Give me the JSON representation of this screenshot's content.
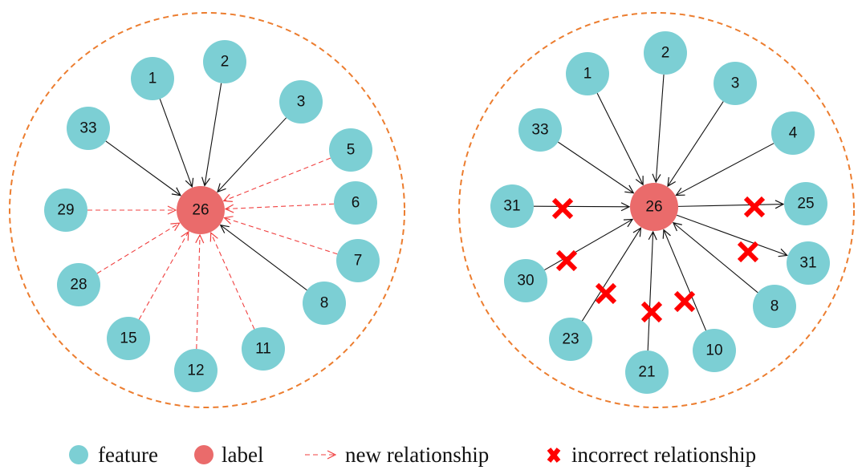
{
  "legend": {
    "feature": "feature",
    "label": "label",
    "new_relationship": "new relationship",
    "incorrect_relationship": "incorrect relationship"
  },
  "colors": {
    "feature": "#7ccfd4",
    "label": "#ea6b6b",
    "boundary": "#ec7d2f",
    "new_edge": "#f04040",
    "incorrect_mark": "#ff0000"
  },
  "graphs": [
    {
      "name": "left",
      "center": "26",
      "nodes": [
        "1",
        "2",
        "3",
        "33",
        "5",
        "29",
        "6",
        "28",
        "7",
        "8",
        "15",
        "11",
        "12"
      ],
      "edges": [
        {
          "from": "1",
          "to": "26",
          "type": "existing"
        },
        {
          "from": "2",
          "to": "26",
          "type": "existing"
        },
        {
          "from": "3",
          "to": "26",
          "type": "existing"
        },
        {
          "from": "33",
          "to": "26",
          "type": "existing"
        },
        {
          "from": "8",
          "to": "26",
          "type": "existing"
        },
        {
          "from": "5",
          "to": "26",
          "type": "new"
        },
        {
          "from": "6",
          "to": "26",
          "type": "new"
        },
        {
          "from": "7",
          "to": "26",
          "type": "new"
        },
        {
          "from": "29",
          "to": "26",
          "type": "new"
        },
        {
          "from": "28",
          "to": "26",
          "type": "new"
        },
        {
          "from": "15",
          "to": "26",
          "type": "new"
        },
        {
          "from": "12",
          "to": "26",
          "type": "new"
        },
        {
          "from": "11",
          "to": "26",
          "type": "new"
        }
      ]
    },
    {
      "name": "right",
      "center": "26",
      "nodes": [
        "1",
        "2",
        "3",
        "33",
        "4",
        "31",
        "25",
        "30",
        "31",
        "8",
        "23",
        "10",
        "21"
      ],
      "edges": [
        {
          "from": "1",
          "to": "26",
          "type": "existing"
        },
        {
          "from": "2",
          "to": "26",
          "type": "existing"
        },
        {
          "from": "3",
          "to": "26",
          "type": "existing"
        },
        {
          "from": "33",
          "to": "26",
          "type": "existing"
        },
        {
          "from": "8",
          "to": "26",
          "type": "existing"
        },
        {
          "from": "4",
          "to": "26",
          "type": "incorrect"
        },
        {
          "from": "31",
          "to": "26",
          "type": "incorrect"
        },
        {
          "from": "30",
          "to": "26",
          "type": "incorrect"
        },
        {
          "from": "23",
          "to": "26",
          "type": "incorrect"
        },
        {
          "from": "21",
          "to": "26",
          "type": "incorrect"
        },
        {
          "from": "10",
          "to": "26",
          "type": "incorrect"
        },
        {
          "from": "26",
          "to": "25",
          "type": "incorrect"
        },
        {
          "from": "26",
          "to": "31",
          "type": "incorrect"
        }
      ]
    }
  ]
}
